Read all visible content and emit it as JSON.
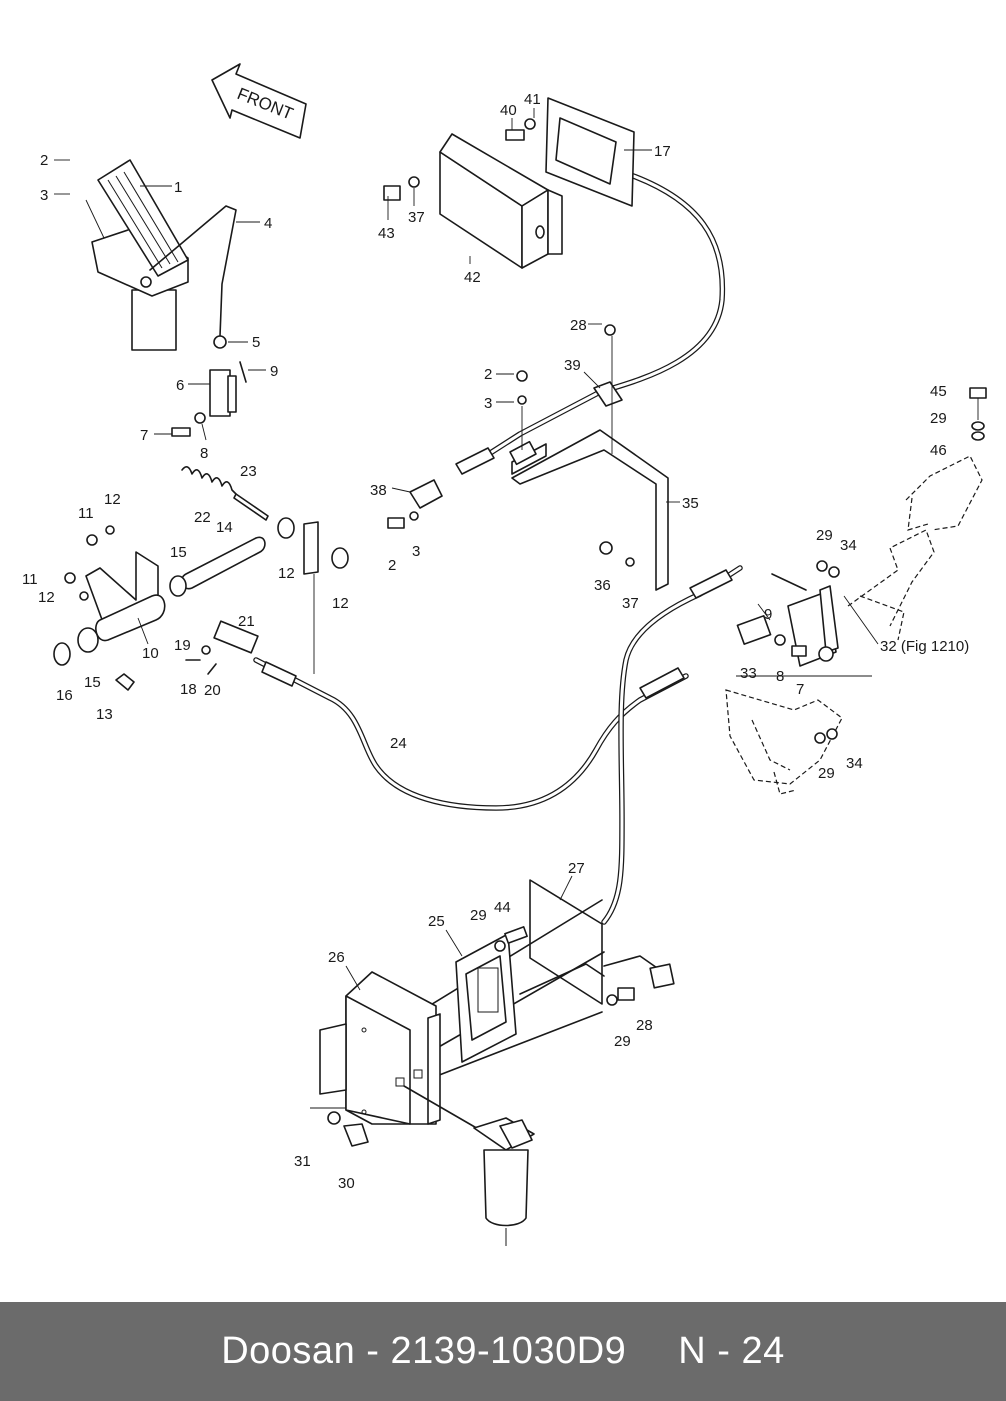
{
  "diagram": {
    "front_arrow_label": "FRONT",
    "callouts": [
      "1",
      "2",
      "3",
      "4",
      "5",
      "6",
      "7",
      "8",
      "9",
      "10",
      "11",
      "12",
      "13",
      "14",
      "15",
      "16",
      "17",
      "18",
      "19",
      "20",
      "21",
      "22",
      "23",
      "24",
      "25",
      "26",
      "27",
      "28",
      "29",
      "30",
      "31",
      "32 (Fig 1210)",
      "33",
      "34",
      "35",
      "36",
      "37",
      "38",
      "39",
      "40",
      "41",
      "42",
      "43",
      "44",
      "45",
      "46"
    ]
  },
  "footer": {
    "brand": "Doosan",
    "separator": "-",
    "part_number": "2139-1030D9",
    "page": "N - 24"
  }
}
